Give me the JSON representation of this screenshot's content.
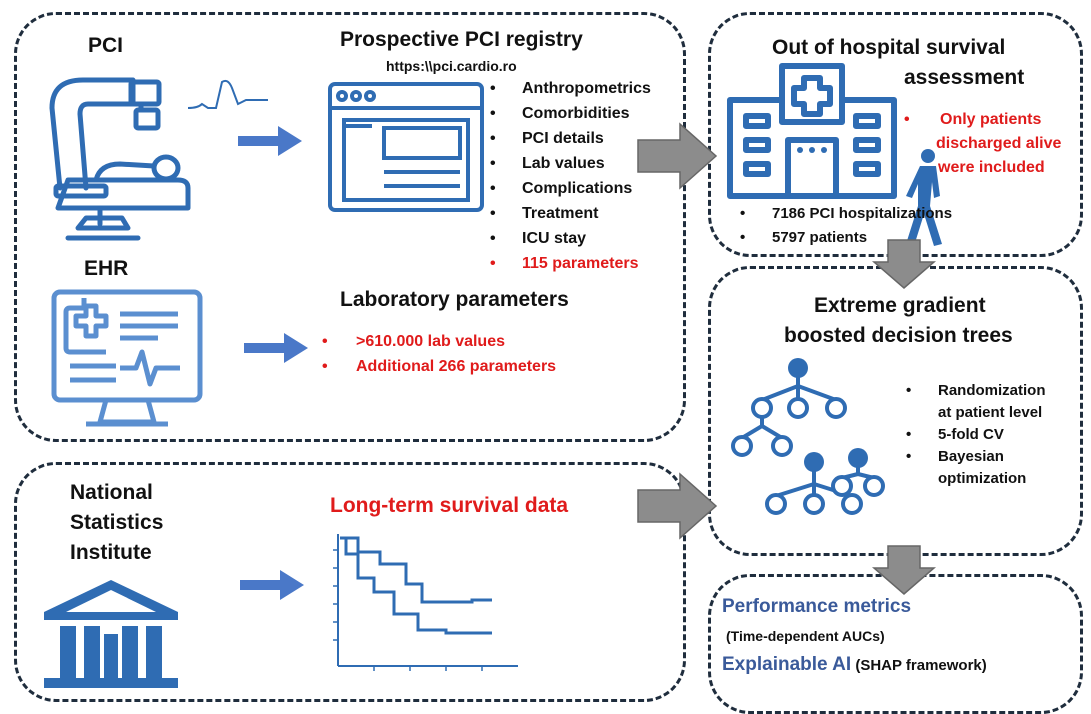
{
  "pci": {
    "label": "PCI",
    "registry_title": "Prospective PCI registry",
    "registry_url": "https:\\\\pci.cardio.ro",
    "bullets": [
      {
        "text": "Anthropometrics",
        "red": false
      },
      {
        "text": "Comorbidities",
        "red": false
      },
      {
        "text": "PCI details",
        "red": false
      },
      {
        "text": "Lab values",
        "red": false
      },
      {
        "text": "Complications",
        "red": false
      },
      {
        "text": "Treatment",
        "red": false
      },
      {
        "text": "ICU stay",
        "red": false
      },
      {
        "text": "115 parameters",
        "red": true
      }
    ]
  },
  "ehr": {
    "label": "EHR",
    "title": "Laboratory parameters",
    "bullets": [
      {
        "text": ">610.000 lab values",
        "red": true
      },
      {
        "text": "Additional 266 parameters",
        "red": true
      }
    ]
  },
  "nsi": {
    "label_lines": [
      "National",
      "Statistics",
      "Institute"
    ],
    "title": "Long-term survival data"
  },
  "survival": {
    "title_line1": "Out of hospital survival",
    "title_line2": "assessment",
    "note_lines": [
      "Only patients",
      "discharged alive",
      "were included"
    ],
    "bullets": [
      "7186 PCI hospitalizations",
      "5797 patients"
    ]
  },
  "xgb": {
    "title_line1": "Extreme gradient",
    "title_line2": "boosted decision trees",
    "bullets": [
      {
        "lines": [
          "Randomization",
          "at patient level"
        ]
      },
      {
        "lines": [
          "5-fold CV"
        ]
      },
      {
        "lines": [
          "Bayesian",
          "optimization"
        ]
      }
    ]
  },
  "output": {
    "line1_blue": "Performance metrics",
    "line2": "(Time-dependent AUCs)",
    "line3_blue": "Explainable AI",
    "line3_rest": " (SHAP framework)"
  },
  "colors": {
    "arrow_blue": "#4a78c8",
    "icon_blue": "#2f6cb3",
    "icon_light": "#5b8fd0",
    "accent_red": "#e01b1b",
    "grey_arrow": "#8c8c8c"
  }
}
